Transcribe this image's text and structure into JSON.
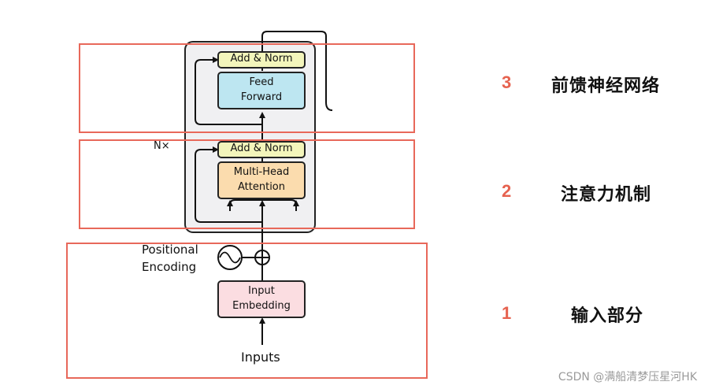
{
  "diagram": {
    "block_labels": {
      "add_norm_top": "Add & Norm",
      "feed_forward": [
        "Feed",
        "Forward"
      ],
      "add_norm_bottom": "Add & Norm",
      "multi_head": [
        "Multi-Head",
        "Attention"
      ],
      "input_embedding": [
        "Input",
        "Embedding"
      ]
    },
    "nx_label": "N×",
    "positional_encoding": [
      "Positional",
      "Encoding"
    ],
    "inputs_label": "Inputs",
    "colors": {
      "add_norm": "#f3f5bb",
      "feed_forward": "#bde6f1",
      "multi_head": "#fbdcae",
      "input_embedding": "#fbdde1",
      "stack_bg": "#f0f0f2",
      "section_border": "#e8685a"
    }
  },
  "sections": [
    {
      "number": "3",
      "title": "前馈神经网络"
    },
    {
      "number": "2",
      "title": "注意力机制"
    },
    {
      "number": "1",
      "title": "输入部分"
    }
  ],
  "watermark": "CSDN @满船清梦压星河HK"
}
